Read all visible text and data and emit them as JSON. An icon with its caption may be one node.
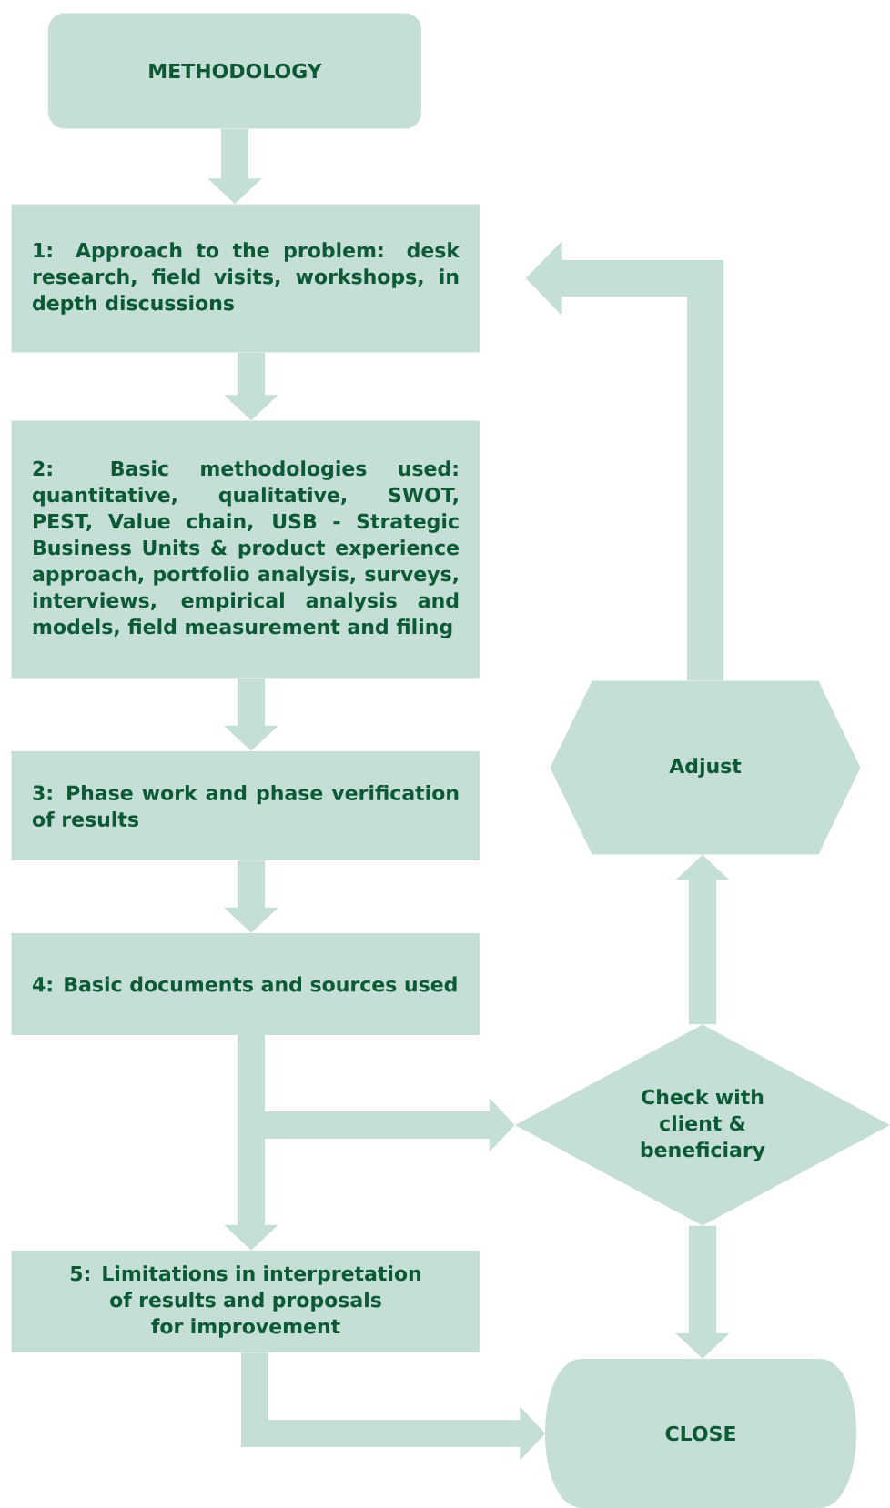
{
  "diagram": {
    "nodes": [
      {
        "text": [
          "METHODOLOGY"
        ]
      },
      {
        "text": [
          "1: Approach to the problem: desk research, field visits, workshops, in depth discussions"
        ]
      },
      {
        "text": [
          "2: Basic methodologies used: quantitative, qualitative, SWOT, PEST, Value chain, USB - Strategic Business Units & product experience approach, portfolio analysis, surveys, interviews, empirical analysis and models, field measurement and filing"
        ]
      },
      {
        "text": [
          "3: Phase work and phase verification of results"
        ]
      },
      {
        "text": [
          "4: Basic documents and sources used"
        ]
      },
      {
        "text": [
          "5: Limitations in interpretation of results and proposals for improvement"
        ]
      },
      {
        "text": [
          "Adjust"
        ]
      },
      {
        "text": [
          "Check with client & beneficiary"
        ]
      },
      {
        "text": [
          "CLOSE"
        ]
      }
    ],
    "edges": [
      {
        "from": 0,
        "to": 1,
        "arrow": "to"
      },
      {
        "from": 1,
        "to": 2,
        "arrow": "to"
      },
      {
        "from": 2,
        "to": 3,
        "arrow": "to"
      },
      {
        "from": 3,
        "to": 4,
        "arrow": "to"
      },
      {
        "from": 4,
        "to": 5,
        "arrow": "to"
      },
      {
        "from": 4,
        "to": 7,
        "arrow": "to"
      },
      {
        "from": 7,
        "to": 6,
        "arrow": "to"
      },
      {
        "from": 6,
        "to": 1,
        "arrow": "to"
      },
      {
        "from": 7,
        "to": 8,
        "arrow": "to"
      },
      {
        "from": 5,
        "to": 8,
        "arrow": "to"
      }
    ]
  }
}
